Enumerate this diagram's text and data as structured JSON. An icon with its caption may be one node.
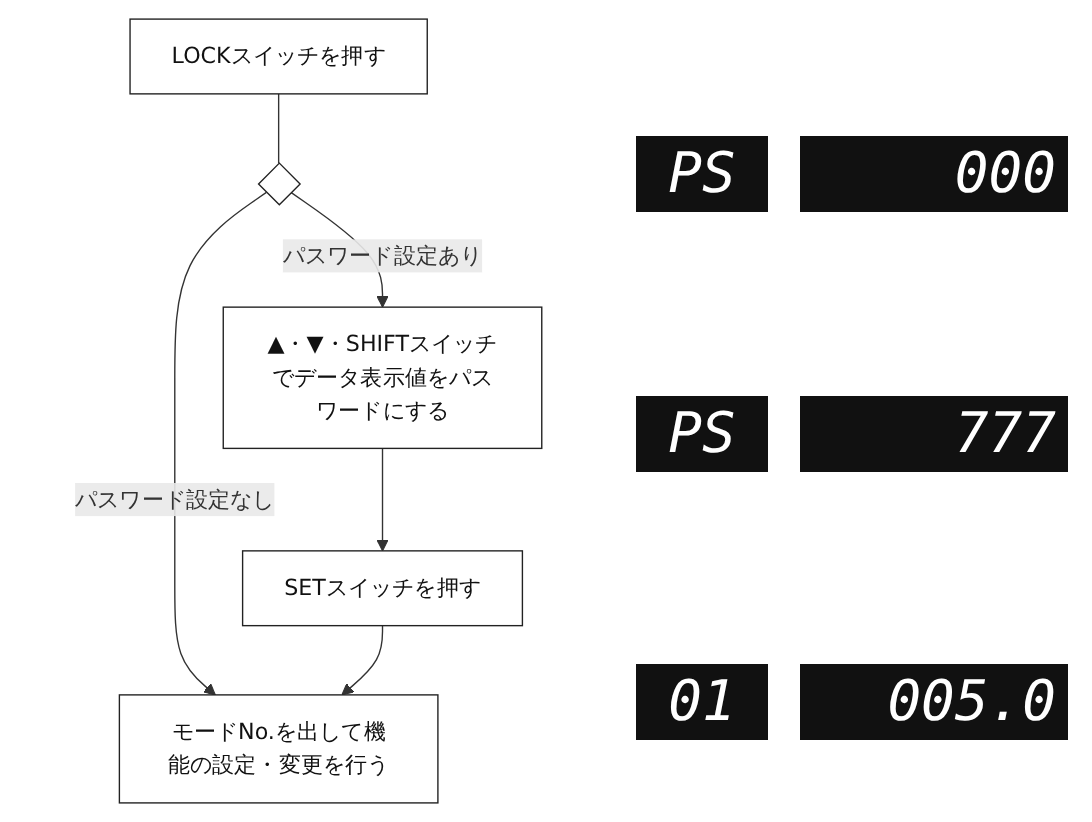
{
  "diagram": {
    "nodes": [
      {
        "text": [
          "LOCKスイッチを押す"
        ]
      },
      {
        "text": [],
        "shape": "diamond"
      },
      {
        "text": [
          "▲・▼・SHIFTスイッチでデータ表示値をパスワードにする"
        ]
      },
      {
        "text": [
          "SETスイッチを押す"
        ]
      },
      {
        "text": [
          "モードNo.を出して機能の設定・変更を行う"
        ]
      }
    ],
    "edges": [
      {
        "from": 0,
        "to": 1,
        "arrow": "none"
      },
      {
        "from": 1,
        "to": 2,
        "label": "パスワード設定あり",
        "arrow": "to"
      },
      {
        "from": 1,
        "to": 4,
        "label": "パスワード設定なし",
        "arrow": "to"
      },
      {
        "from": 2,
        "to": 3,
        "arrow": "to"
      },
      {
        "from": 3,
        "to": 4,
        "arrow": "to"
      }
    ],
    "labels": [
      "PS",
      "000",
      "PS",
      "777",
      "01",
      "005.0"
    ]
  }
}
